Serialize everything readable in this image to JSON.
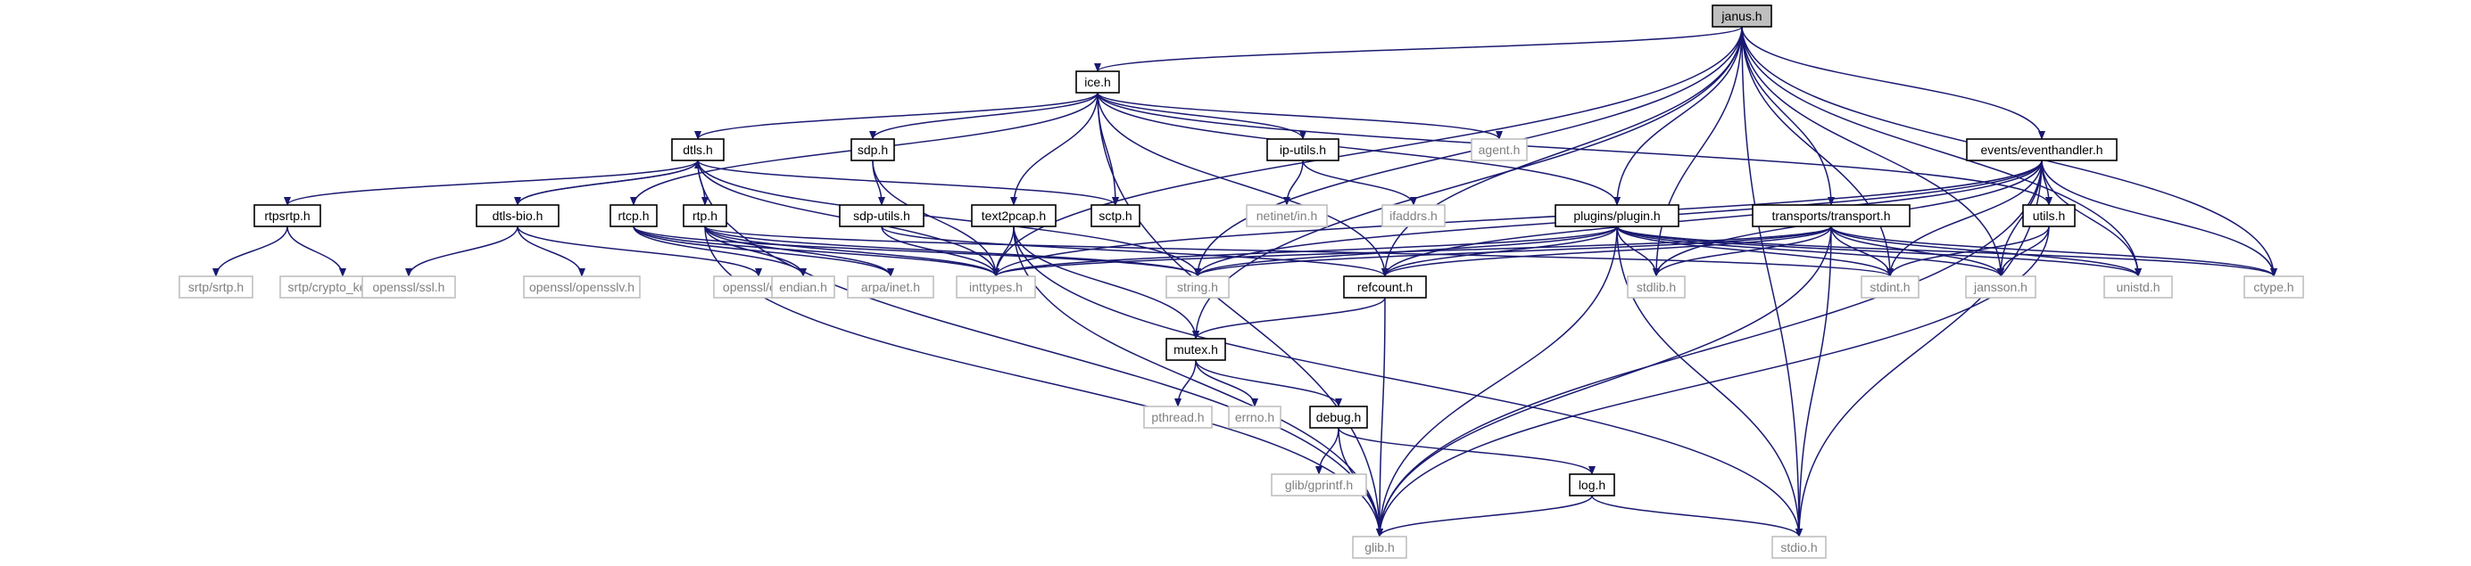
{
  "colors": {
    "edge": "#191970",
    "border_user": "#000000",
    "border_system": "#bfbfbf",
    "text_user": "#000000",
    "text_system": "#808080",
    "fill_focus": "#bfbfbf",
    "fill_normal": "#ffffff"
  },
  "nodes": [
    {
      "id": "janus",
      "label": "janus.h",
      "kind": "focus"
    },
    {
      "id": "ice",
      "label": "ice.h",
      "kind": "user"
    },
    {
      "id": "dtls",
      "label": "dtls.h",
      "kind": "user"
    },
    {
      "id": "sdp",
      "label": "sdp.h",
      "kind": "user"
    },
    {
      "id": "iputils",
      "label": "ip-utils.h",
      "kind": "user"
    },
    {
      "id": "agent",
      "label": "agent.h",
      "kind": "system"
    },
    {
      "id": "rtpsrtp",
      "label": "rtpsrtp.h",
      "kind": "user"
    },
    {
      "id": "dtlsbio",
      "label": "dtls-bio.h",
      "kind": "user"
    },
    {
      "id": "rtcp",
      "label": "rtcp.h",
      "kind": "user"
    },
    {
      "id": "rtp",
      "label": "rtp.h",
      "kind": "user"
    },
    {
      "id": "sdputils",
      "label": "sdp-utils.h",
      "kind": "user"
    },
    {
      "id": "text2pcap",
      "label": "text2pcap.h",
      "kind": "user"
    },
    {
      "id": "sctp",
      "label": "sctp.h",
      "kind": "user"
    },
    {
      "id": "netinet",
      "label": "netinet/in.h",
      "kind": "system"
    },
    {
      "id": "ifaddrs",
      "label": "ifaddrs.h",
      "kind": "system"
    },
    {
      "id": "plugin",
      "label": "plugins/plugin.h",
      "kind": "user"
    },
    {
      "id": "transport",
      "label": "transports/transport.h",
      "kind": "user"
    },
    {
      "id": "eventhandler",
      "label": "events/eventhandler.h",
      "kind": "user"
    },
    {
      "id": "utils",
      "label": "utils.h",
      "kind": "user"
    },
    {
      "id": "srtp",
      "label": "srtp/srtp.h",
      "kind": "system"
    },
    {
      "id": "cryptokernel",
      "label": "srtp/crypto_kernel.h",
      "kind": "system"
    },
    {
      "id": "ssl",
      "label": "openssl/ssl.h",
      "kind": "system"
    },
    {
      "id": "opensslv",
      "label": "openssl/opensslv.h",
      "kind": "system"
    },
    {
      "id": "err",
      "label": "openssl/err.h",
      "kind": "system"
    },
    {
      "id": "endian",
      "label": "endian.h",
      "kind": "system"
    },
    {
      "id": "arpainet",
      "label": "arpa/inet.h",
      "kind": "system"
    },
    {
      "id": "inttypes",
      "label": "inttypes.h",
      "kind": "system"
    },
    {
      "id": "string",
      "label": "string.h",
      "kind": "system"
    },
    {
      "id": "refcount",
      "label": "refcount.h",
      "kind": "user"
    },
    {
      "id": "stdlib",
      "label": "stdlib.h",
      "kind": "system"
    },
    {
      "id": "stdint",
      "label": "stdint.h",
      "kind": "system"
    },
    {
      "id": "jansson",
      "label": "jansson.h",
      "kind": "system"
    },
    {
      "id": "unistd",
      "label": "unistd.h",
      "kind": "system"
    },
    {
      "id": "ctype",
      "label": "ctype.h",
      "kind": "system"
    },
    {
      "id": "mutex",
      "label": "mutex.h",
      "kind": "user"
    },
    {
      "id": "pthread",
      "label": "pthread.h",
      "kind": "system"
    },
    {
      "id": "errno",
      "label": "errno.h",
      "kind": "system"
    },
    {
      "id": "debug",
      "label": "debug.h",
      "kind": "user"
    },
    {
      "id": "gprintf",
      "label": "glib/gprintf.h",
      "kind": "system"
    },
    {
      "id": "log",
      "label": "log.h",
      "kind": "user"
    },
    {
      "id": "glib",
      "label": "glib.h",
      "kind": "system"
    },
    {
      "id": "stdio",
      "label": "stdio.h",
      "kind": "system"
    }
  ],
  "edges": [
    [
      "janus",
      "ice"
    ],
    [
      "janus",
      "mutex"
    ],
    [
      "janus",
      "inttypes"
    ],
    [
      "janus",
      "string"
    ],
    [
      "janus",
      "refcount"
    ],
    [
      "janus",
      "plugin"
    ],
    [
      "janus",
      "stdlib"
    ],
    [
      "janus",
      "transport"
    ],
    [
      "janus",
      "stdint"
    ],
    [
      "janus",
      "eventhandler"
    ],
    [
      "janus",
      "jansson"
    ],
    [
      "janus",
      "unistd"
    ],
    [
      "janus",
      "ctype"
    ],
    [
      "janus",
      "stdio"
    ],
    [
      "ice",
      "dtls"
    ],
    [
      "ice",
      "sdp"
    ],
    [
      "ice",
      "iputils"
    ],
    [
      "ice",
      "agent"
    ],
    [
      "ice",
      "rtcp"
    ],
    [
      "ice",
      "text2pcap"
    ],
    [
      "ice",
      "sctp"
    ],
    [
      "ice",
      "glib"
    ],
    [
      "ice",
      "refcount"
    ],
    [
      "ice",
      "plugin"
    ],
    [
      "ice",
      "utils"
    ],
    [
      "dtls",
      "rtpsrtp"
    ],
    [
      "dtls",
      "dtlsbio"
    ],
    [
      "dtls",
      "rtp"
    ],
    [
      "dtls",
      "sctp"
    ],
    [
      "dtls",
      "glib"
    ],
    [
      "dtls",
      "inttypes"
    ],
    [
      "dtls",
      "string"
    ],
    [
      "dtlsbio",
      "dtls"
    ],
    [
      "dtlsbio",
      "ssl"
    ],
    [
      "dtlsbio",
      "opensslv"
    ],
    [
      "dtlsbio",
      "err"
    ],
    [
      "rtpsrtp",
      "srtp"
    ],
    [
      "rtpsrtp",
      "cryptokernel"
    ],
    [
      "sdp",
      "sdputils"
    ],
    [
      "sdp",
      "inttypes"
    ],
    [
      "sdputils",
      "inttypes"
    ],
    [
      "sdputils",
      "refcount"
    ],
    [
      "iputils",
      "netinet"
    ],
    [
      "iputils",
      "ifaddrs"
    ],
    [
      "rtcp",
      "endian"
    ],
    [
      "rtcp",
      "arpainet"
    ],
    [
      "rtcp",
      "inttypes"
    ],
    [
      "rtcp",
      "string"
    ],
    [
      "rtp",
      "endian"
    ],
    [
      "rtp",
      "arpainet"
    ],
    [
      "rtp",
      "inttypes"
    ],
    [
      "rtp",
      "string"
    ],
    [
      "rtp",
      "glib"
    ],
    [
      "rtp",
      "stdint"
    ],
    [
      "text2pcap",
      "inttypes"
    ],
    [
      "text2pcap",
      "mutex"
    ],
    [
      "text2pcap",
      "glib"
    ],
    [
      "text2pcap",
      "stdio"
    ],
    [
      "plugin",
      "inttypes"
    ],
    [
      "plugin",
      "string"
    ],
    [
      "plugin",
      "refcount"
    ],
    [
      "plugin",
      "stdlib"
    ],
    [
      "plugin",
      "jansson"
    ],
    [
      "plugin",
      "glib"
    ],
    [
      "plugin",
      "stdio"
    ],
    [
      "plugin",
      "stdint"
    ],
    [
      "plugin",
      "unistd"
    ],
    [
      "plugin",
      "ctype"
    ],
    [
      "transport",
      "inttypes"
    ],
    [
      "transport",
      "string"
    ],
    [
      "transport",
      "refcount"
    ],
    [
      "transport",
      "stdlib"
    ],
    [
      "transport",
      "stdint"
    ],
    [
      "transport",
      "jansson"
    ],
    [
      "transport",
      "glib"
    ],
    [
      "transport",
      "stdio"
    ],
    [
      "transport",
      "unistd"
    ],
    [
      "transport",
      "ctype"
    ],
    [
      "eventhandler",
      "utils"
    ],
    [
      "eventhandler",
      "jansson"
    ],
    [
      "eventhandler",
      "inttypes"
    ],
    [
      "eventhandler",
      "stdlib"
    ],
    [
      "eventhandler",
      "stdint"
    ],
    [
      "eventhandler",
      "unistd"
    ],
    [
      "eventhandler",
      "ctype"
    ],
    [
      "eventhandler",
      "glib"
    ],
    [
      "eventhandler",
      "stdio"
    ],
    [
      "eventhandler",
      "string"
    ],
    [
      "eventhandler",
      "refcount"
    ],
    [
      "utils",
      "stdint"
    ],
    [
      "utils",
      "jansson"
    ],
    [
      "utils",
      "glib"
    ],
    [
      "refcount",
      "mutex"
    ],
    [
      "refcount",
      "glib"
    ],
    [
      "mutex",
      "pthread"
    ],
    [
      "mutex",
      "errno"
    ],
    [
      "mutex",
      "debug"
    ],
    [
      "debug",
      "gprintf"
    ],
    [
      "debug",
      "glib"
    ],
    [
      "debug",
      "log"
    ],
    [
      "log",
      "glib"
    ],
    [
      "log",
      "stdio"
    ]
  ]
}
